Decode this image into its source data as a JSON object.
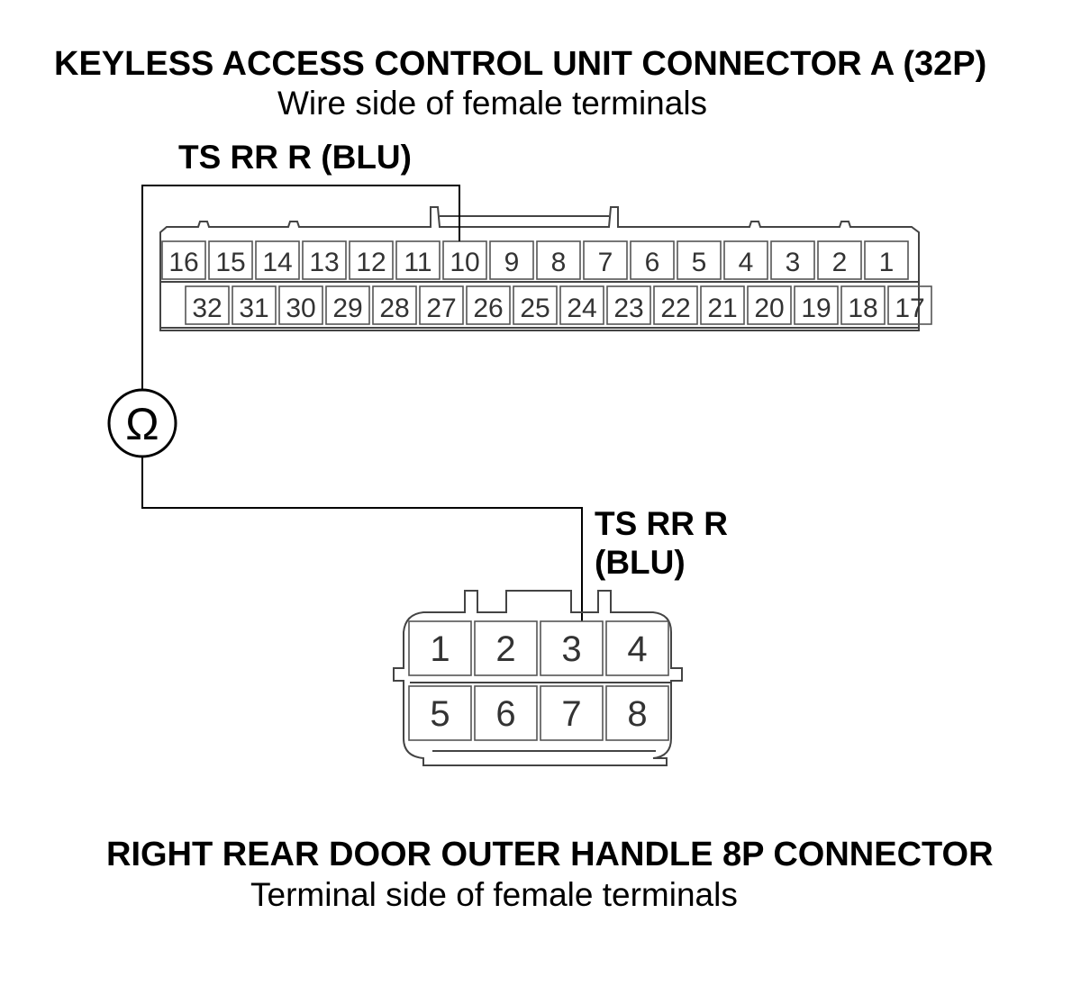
{
  "connector_a": {
    "title": "KEYLESS ACCESS CONTROL UNIT CONNECTOR A (32P)",
    "subtitle": "Wire side of female terminals",
    "probe_label": "TS RR R (BLU)",
    "top_row": [
      "16",
      "15",
      "14",
      "13",
      "12",
      "11",
      "10",
      "9",
      "8",
      "7",
      "6",
      "5",
      "4",
      "3",
      "2",
      "1"
    ],
    "bottom_row": [
      "32",
      "31",
      "30",
      "29",
      "28",
      "27",
      "26",
      "25",
      "24",
      "23",
      "22",
      "21",
      "20",
      "19",
      "18",
      "17"
    ]
  },
  "connector_b": {
    "title": "RIGHT REAR DOOR OUTER HANDLE 8P CONNECTOR",
    "subtitle": "Terminal side of female terminals",
    "probe_label_line1": "TS RR R",
    "probe_label_line2": "(BLU)",
    "top_row": [
      "1",
      "2",
      "3",
      "4"
    ],
    "bottom_row": [
      "5",
      "6",
      "7",
      "8"
    ]
  },
  "meter": {
    "symbol": "Ω"
  }
}
